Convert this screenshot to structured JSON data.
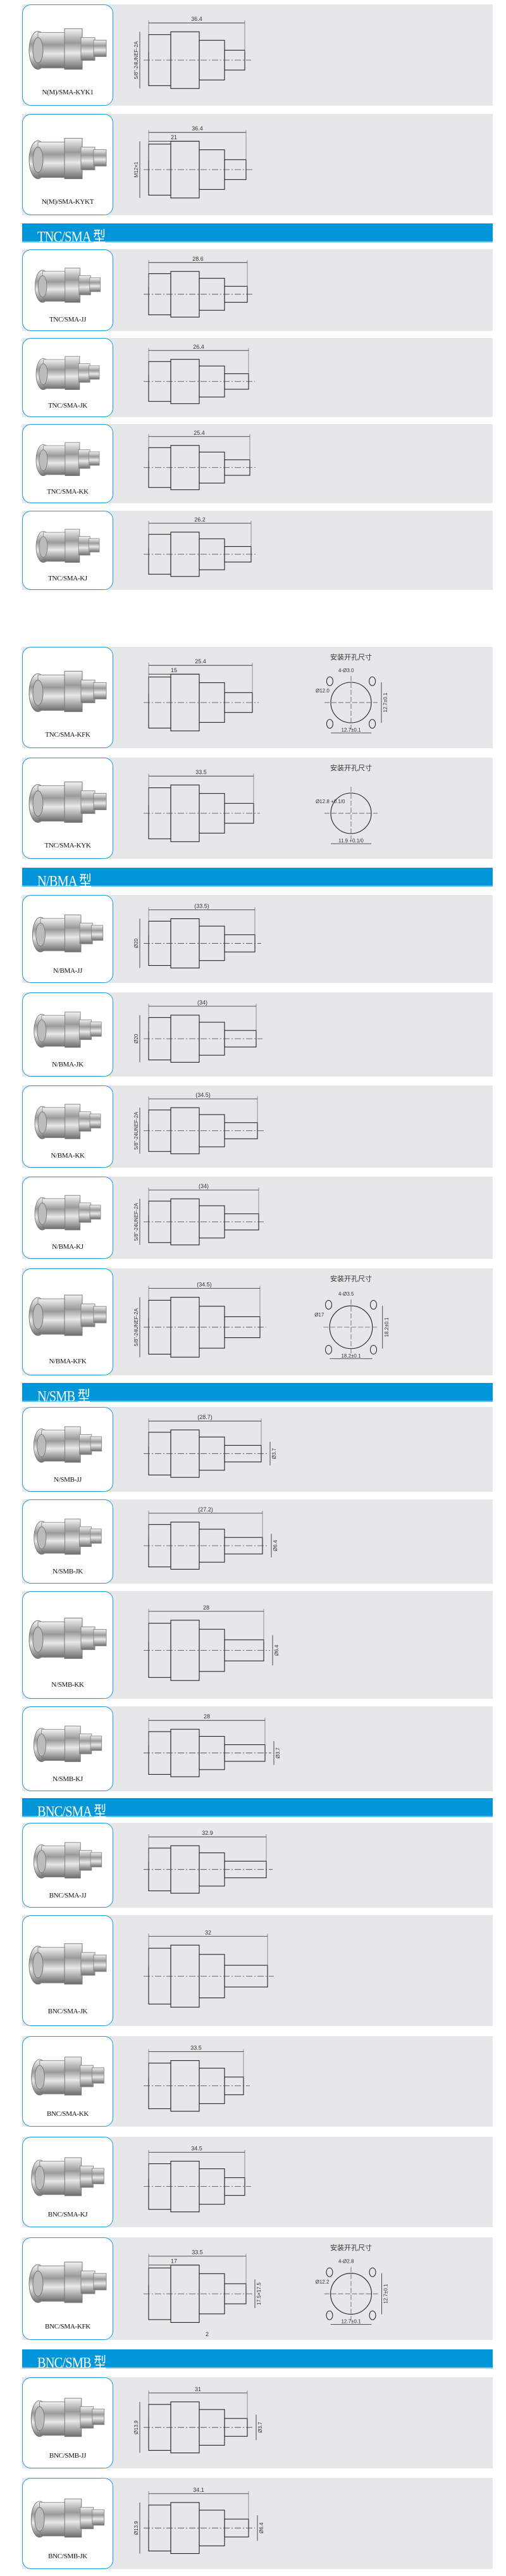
{
  "mount_title": "安装开孔尺寸",
  "colors": {
    "header": "#0096d9",
    "card_border": "#1a9ae0",
    "panel": "#e6e7e9"
  },
  "sections": [
    {
      "title": null,
      "items": [
        {
          "model": "N(M)/SMA-KYK1",
          "length": "36.4",
          "side": "5/8\"-24UNEF-2A"
        },
        {
          "model": "N(M)/SMA-KYKT",
          "length": "36.4",
          "sub": "21",
          "side": "M12×1"
        }
      ]
    },
    {
      "title": "TNC/SMA 型",
      "items": [
        {
          "model": "TNC/SMA-JJ",
          "length": "28.6"
        },
        {
          "model": "TNC/SMA-JK",
          "length": "26.4"
        },
        {
          "model": "TNC/SMA-KK",
          "length": "25.4"
        },
        {
          "model": "TNC/SMA-KJ",
          "length": "26.2"
        },
        {
          "model": "TNC/SMA-KFK",
          "length": "25.4",
          "sub": "15",
          "mount": {
            "holes": "4-Ø3.0",
            "dia": "Ø12.0",
            "h": "12.7±0.1",
            "v": "12.7±0.1"
          }
        },
        {
          "model": "TNC/SMA-KYK",
          "length": "33.5",
          "mount": {
            "dia": "Ø12.8 +0.1/0",
            "h": "11.9 +0.1/0"
          }
        }
      ]
    },
    {
      "title": "N/BMA 型",
      "items": [
        {
          "model": "N/BMA-JJ",
          "length": "(33.5)",
          "side": "Ø20"
        },
        {
          "model": "N/BMA-JK",
          "length": "(34)",
          "side": "Ø20"
        },
        {
          "model": "N/BMA-KK",
          "length": "(34.5)",
          "side": "5/8\"-24UNEF-2A"
        },
        {
          "model": "N/BMA-KJ",
          "length": "(34)",
          "side": "5/8\"-24UNEF-2A"
        },
        {
          "model": "N/BMA-KFK",
          "length": "(34.5)",
          "side": "5/8\"-24UNEF-2A",
          "mount": {
            "holes": "4-Ø3.5",
            "dia": "Ø17",
            "h": "18.2±0.1",
            "v": "18.2±0.1"
          }
        }
      ]
    },
    {
      "title": "N/SMB 型",
      "items": [
        {
          "model": "N/SMB-JJ",
          "length": "(28.7)",
          "tip": "Ø3.7"
        },
        {
          "model": "N/SMB-JK",
          "length": "(27.2)",
          "tip": "Ø6.4"
        },
        {
          "model": "N/SMB-KK",
          "length": "28",
          "tip": "Ø6.4"
        },
        {
          "model": "N/SMB-KJ",
          "length": "28",
          "tip": "Ø3.7"
        }
      ]
    },
    {
      "title": "BNC/SMA 型",
      "items": [
        {
          "model": "BNC/SMA-JJ",
          "length": "32.9"
        },
        {
          "model": "BNC/SMA-JK",
          "length": "32"
        },
        {
          "model": "BNC/SMA-KK",
          "length": "33.5"
        },
        {
          "model": "BNC/SMA-KJ",
          "length": "34.5"
        },
        {
          "model": "BNC/SMA-KFK",
          "length": "33.5",
          "sub": "17",
          "tip": "17.5×17.5",
          "flange": "2",
          "mount": {
            "holes": "4-Ø2.8",
            "dia": "Ø12.2",
            "h": "12.7±0.1",
            "v": "12.7±0.1"
          }
        }
      ]
    },
    {
      "title": "BNC/SMB 型",
      "items": [
        {
          "model": "BNC/SMB-JJ",
          "length": "31",
          "side": "Ø13.9",
          "tip": "Ø3.7"
        },
        {
          "model": "BNC/SMB-JK",
          "length": "34.1",
          "side": "Ø13.9",
          "tip": "Ø6.4"
        }
      ]
    }
  ]
}
